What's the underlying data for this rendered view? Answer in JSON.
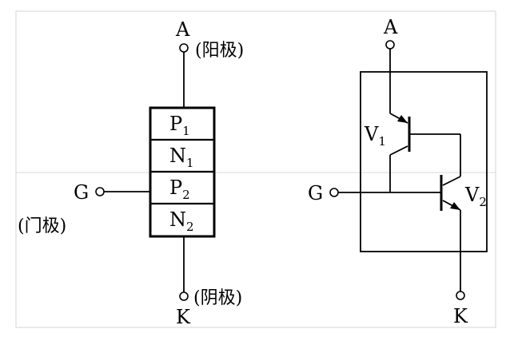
{
  "terminals": {
    "anode": "A",
    "cathode": "K",
    "gate": "G"
  },
  "names": {
    "anode": "(阳极)",
    "cathode": "(阴极)",
    "gate": "(门极)"
  },
  "layers": [
    {
      "letter": "P",
      "sub": "1"
    },
    {
      "letter": "N",
      "sub": "1"
    },
    {
      "letter": "P",
      "sub": "2"
    },
    {
      "letter": "N",
      "sub": "2"
    }
  ],
  "transistors": [
    {
      "letter": "V",
      "sub": "1"
    },
    {
      "letter": "V",
      "sub": "2"
    }
  ],
  "colors": {
    "line": "#000000",
    "frame": "#cfcfcf"
  }
}
